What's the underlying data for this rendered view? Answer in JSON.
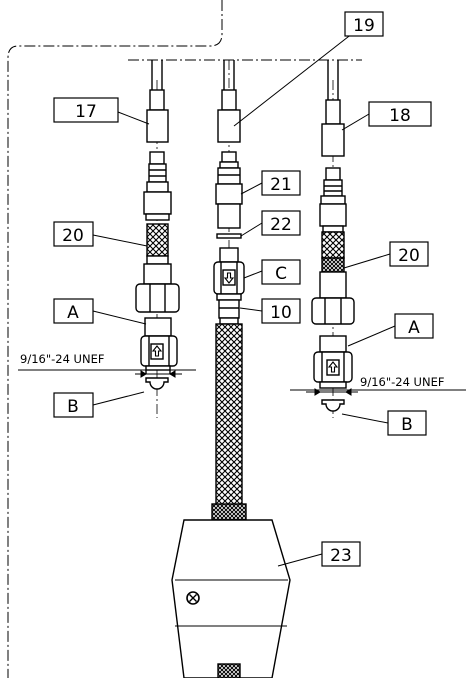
{
  "callouts": {
    "c17": "17",
    "c18": "18",
    "c19": "19",
    "c20_left": "20",
    "c20_right": "20",
    "c21": "21",
    "c22": "22",
    "c10": "10",
    "c23": "23",
    "cA_left": "A",
    "cA_right": "A",
    "cB_left": "B",
    "cB_right": "B",
    "cC": "C"
  },
  "dimensions": {
    "thread_left": "9/16\"-24 UNEF",
    "thread_right": "9/16\"-24 UNEF"
  }
}
